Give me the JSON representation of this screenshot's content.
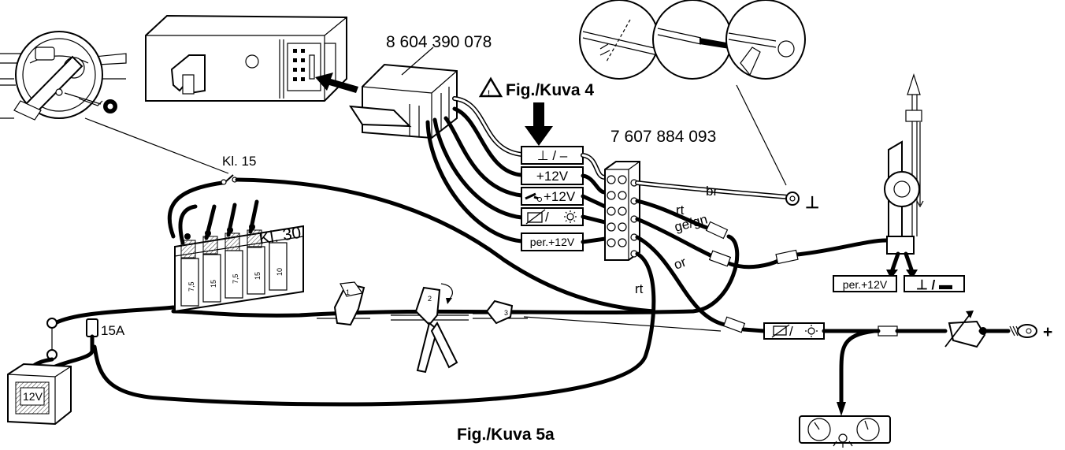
{
  "part_numbers": {
    "adapter": "8 604 390 078",
    "terminal_block": "7 607 884 093"
  },
  "figure_refs": {
    "warning": "Fig./Kuva 4",
    "caption": "Fig./Kuva 5a"
  },
  "terminal_labels": {
    "ground": "⊥ / –",
    "plus12": "+12V",
    "ignition_12": "+12V",
    "illumination": "/ ",
    "permanent_12": "per.+12V"
  },
  "wire_colors": {
    "brown": "br",
    "red_1": "rt",
    "yellow_green": "ge/gn",
    "orange": "or",
    "red_2": "rt"
  },
  "terminals": {
    "kl15": "Kl. 15",
    "kl30": "Kl. 30"
  },
  "fuse": "15A",
  "battery": "12V",
  "fuse_numbers": [
    "7,5",
    "15",
    "7,5",
    "15",
    "10"
  ],
  "clip_steps": [
    "1",
    "2",
    "3"
  ],
  "antenna_labels": {
    "permanent": "per.+12V",
    "ground": "⊥ / ▬"
  },
  "illumination_label": "/ ",
  "ground_symbol": "⊥",
  "plus_symbol": "+",
  "colors": {
    "ink": "#000000",
    "paper": "#ffffff",
    "hatch": "#333333"
  }
}
